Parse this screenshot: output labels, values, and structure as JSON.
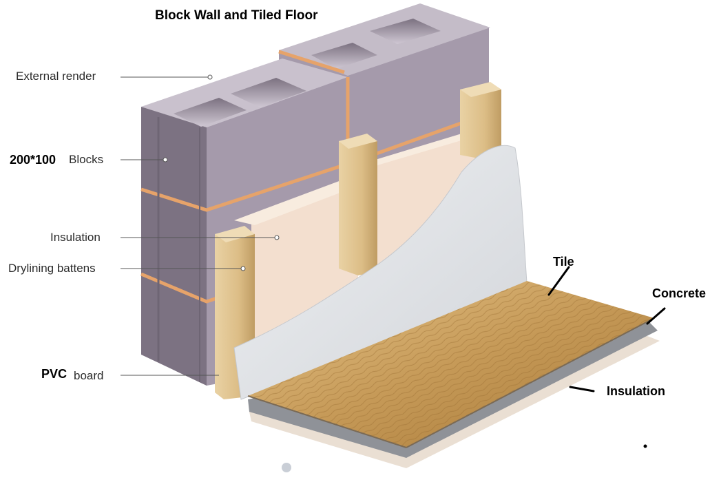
{
  "title": "Block Wall and Tiled Floor",
  "labels": {
    "external_render": "External render",
    "blocks_size": "200*100",
    "blocks": "Blocks",
    "insulation_wall": "Insulation",
    "battens": "Drylining battens",
    "pvc": "PVC",
    "board": "board",
    "tile": "Tile",
    "concrete": "Concrete",
    "insulation_floor": "Insulation"
  },
  "colors": {
    "block_face": "#a59aab",
    "block_top": "#c4bcc8",
    "block_side": "#7c7282",
    "mortar": "#e6a36a",
    "insulation": "#f3dfcf",
    "batten": "#dcbd86",
    "board": "#e2e4e7",
    "floor_wood": "#c69a58",
    "concrete": "#8f9298",
    "floor_insulation": "#eadfd3"
  }
}
